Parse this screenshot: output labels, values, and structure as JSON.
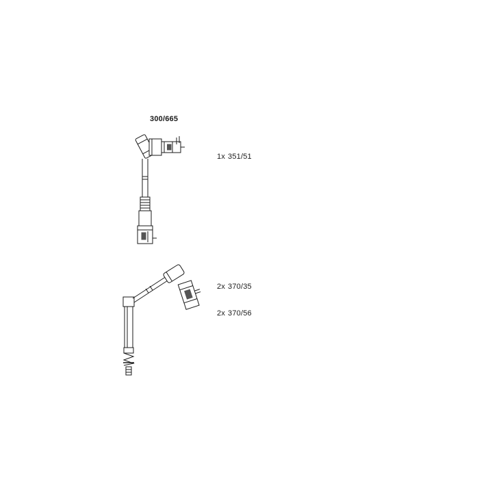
{
  "kit": {
    "part_number": "300/665"
  },
  "components": [
    {
      "lines": [
        {
          "qty": "1x",
          "code": "351/51"
        }
      ]
    },
    {
      "lines": [
        {
          "qty": "2x",
          "code": "370/35"
        },
        {
          "qty": "2x",
          "code": "370/56"
        }
      ]
    }
  ],
  "colors": {
    "line": "#1a1a1a",
    "background": "#ffffff",
    "shade": "#555555"
  },
  "icons": [
    "spark-plug-lead-angled-icon",
    "spark-plug-lead-straight-icon"
  ]
}
